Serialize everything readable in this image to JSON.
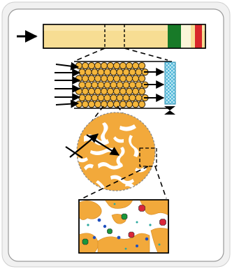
{
  "figure": {
    "icons": [
      "arrow-right-icon"
    ],
    "colors": {
      "card_border": "#b9b9b9",
      "column_fill": "#f5d98c",
      "column_band_green": "#1a7a2a",
      "column_band_red": "#d8262a",
      "bead_fill": "#f4b63c",
      "bead_stroke": "#3a2a10",
      "frit_fill": "#7ed0e8",
      "pore_white": "#ffffff",
      "pore_orange": "#f2a93b",
      "particle_red": "#d9263a",
      "particle_green": "#19963c",
      "particle_blue": "#1f4fbf",
      "particle_teal": "#2aa8a0"
    },
    "panels": [
      "column",
      "packed-bed",
      "bead-cross-section",
      "pore-detail"
    ]
  }
}
